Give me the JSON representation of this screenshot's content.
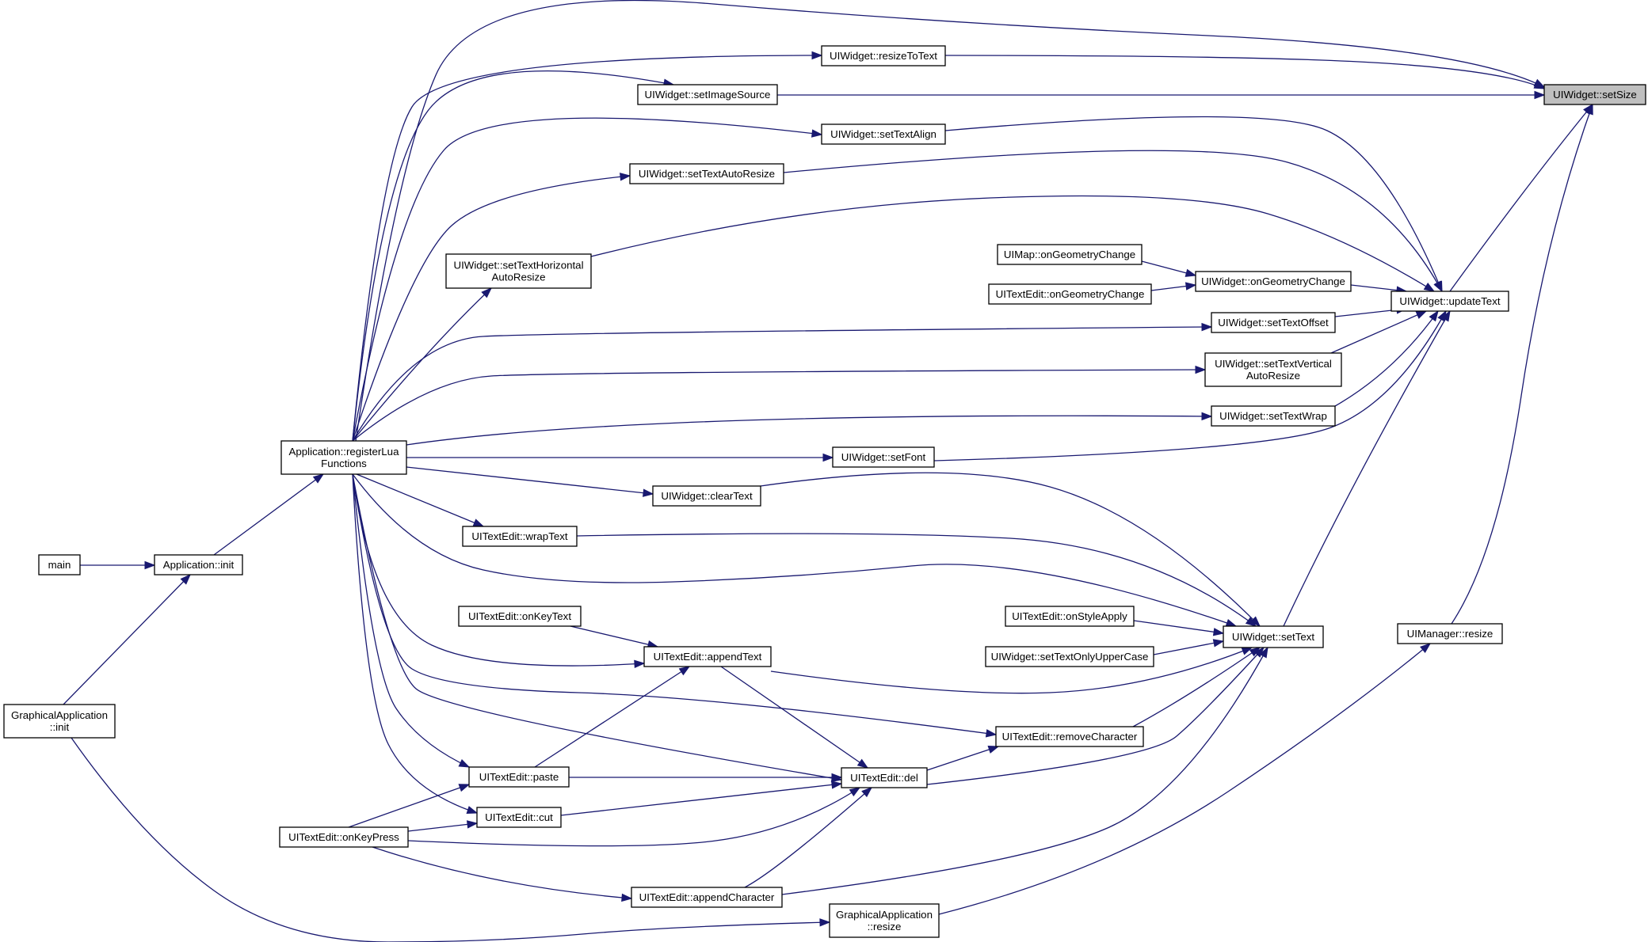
{
  "graph": {
    "title": "",
    "nodes": [
      {
        "id": "setSize",
        "lines": [
          "UIWidget::setSize"
        ],
        "highlighted": true
      },
      {
        "id": "resizeToText",
        "lines": [
          "UIWidget::resizeToText"
        ]
      },
      {
        "id": "setImageSource",
        "lines": [
          "UIWidget::setImageSource"
        ]
      },
      {
        "id": "setTextAlign",
        "lines": [
          "UIWidget::setTextAlign"
        ]
      },
      {
        "id": "setTextAutoResize",
        "lines": [
          "UIWidget::setTextAutoResize"
        ]
      },
      {
        "id": "setTextHorizontalAutoResize",
        "lines": [
          "UIWidget::setTextHorizontal",
          "AutoResize"
        ]
      },
      {
        "id": "uiMapOnGeometryChange",
        "lines": [
          "UIMap::onGeometryChange"
        ]
      },
      {
        "id": "uiTextEditOnGeometryChange",
        "lines": [
          "UITextEdit::onGeometryChange"
        ]
      },
      {
        "id": "uiWidgetOnGeometryChange",
        "lines": [
          "UIWidget::onGeometryChange"
        ]
      },
      {
        "id": "updateText",
        "lines": [
          "UIWidget::updateText"
        ]
      },
      {
        "id": "setTextOffset",
        "lines": [
          "UIWidget::setTextOffset"
        ]
      },
      {
        "id": "setTextVerticalAutoResize",
        "lines": [
          "UIWidget::setTextVertical",
          "AutoResize"
        ]
      },
      {
        "id": "setTextWrap",
        "lines": [
          "UIWidget::setTextWrap"
        ]
      },
      {
        "id": "registerLuaFunctions",
        "lines": [
          "Application::registerLua",
          "Functions"
        ]
      },
      {
        "id": "setFont",
        "lines": [
          "UIWidget::setFont"
        ]
      },
      {
        "id": "clearText",
        "lines": [
          "UIWidget::clearText"
        ]
      },
      {
        "id": "wrapText",
        "lines": [
          "UITextEdit::wrapText"
        ]
      },
      {
        "id": "main",
        "lines": [
          "main"
        ]
      },
      {
        "id": "applicationInit",
        "lines": [
          "Application::init"
        ]
      },
      {
        "id": "onKeyText",
        "lines": [
          "UITextEdit::onKeyText"
        ]
      },
      {
        "id": "onStyleApply",
        "lines": [
          "UITextEdit::onStyleApply"
        ]
      },
      {
        "id": "setText",
        "lines": [
          "UIWidget::setText"
        ]
      },
      {
        "id": "uiManagerResize",
        "lines": [
          "UIManager::resize"
        ]
      },
      {
        "id": "appendText",
        "lines": [
          "UITextEdit::appendText"
        ]
      },
      {
        "id": "setTextOnlyUpperCase",
        "lines": [
          "UIWidget::setTextOnlyUpperCase"
        ]
      },
      {
        "id": "graphicalApplicationInit",
        "lines": [
          "GraphicalApplication",
          "::init"
        ]
      },
      {
        "id": "removeCharacter",
        "lines": [
          "UITextEdit::removeCharacter"
        ]
      },
      {
        "id": "paste",
        "lines": [
          "UITextEdit::paste"
        ]
      },
      {
        "id": "del",
        "lines": [
          "UITextEdit::del"
        ]
      },
      {
        "id": "cut",
        "lines": [
          "UITextEdit::cut"
        ]
      },
      {
        "id": "onKeyPress",
        "lines": [
          "UITextEdit::onKeyPress"
        ]
      },
      {
        "id": "appendCharacter",
        "lines": [
          "UITextEdit::appendCharacter"
        ]
      },
      {
        "id": "graphicalApplicationResize",
        "lines": [
          "GraphicalApplication",
          "::resize"
        ]
      }
    ],
    "edges": [
      {
        "from": "registerLuaFunctions",
        "to": "setSize"
      },
      {
        "from": "resizeToText",
        "to": "setSize"
      },
      {
        "from": "setImageSource",
        "to": "setSize"
      },
      {
        "from": "updateText",
        "to": "setSize"
      },
      {
        "from": "uiManagerResize",
        "to": "setSize"
      },
      {
        "from": "registerLuaFunctions",
        "to": "resizeToText"
      },
      {
        "from": "registerLuaFunctions",
        "to": "setImageSource"
      },
      {
        "from": "registerLuaFunctions",
        "to": "setTextAlign"
      },
      {
        "from": "registerLuaFunctions",
        "to": "setTextAutoResize"
      },
      {
        "from": "registerLuaFunctions",
        "to": "setTextHorizontalAutoResize"
      },
      {
        "from": "registerLuaFunctions",
        "to": "setTextOffset"
      },
      {
        "from": "registerLuaFunctions",
        "to": "setTextVerticalAutoResize"
      },
      {
        "from": "registerLuaFunctions",
        "to": "setTextWrap"
      },
      {
        "from": "registerLuaFunctions",
        "to": "setFont"
      },
      {
        "from": "registerLuaFunctions",
        "to": "clearText"
      },
      {
        "from": "registerLuaFunctions",
        "to": "wrapText"
      },
      {
        "from": "registerLuaFunctions",
        "to": "setText"
      },
      {
        "from": "registerLuaFunctions",
        "to": "appendText"
      },
      {
        "from": "registerLuaFunctions",
        "to": "removeCharacter"
      },
      {
        "from": "registerLuaFunctions",
        "to": "del"
      },
      {
        "from": "registerLuaFunctions",
        "to": "paste"
      },
      {
        "from": "registerLuaFunctions",
        "to": "cut"
      },
      {
        "from": "setTextAlign",
        "to": "updateText"
      },
      {
        "from": "setTextAutoResize",
        "to": "updateText"
      },
      {
        "from": "setTextHorizontalAutoResize",
        "to": "updateText"
      },
      {
        "from": "uiWidgetOnGeometryChange",
        "to": "updateText"
      },
      {
        "from": "setTextOffset",
        "to": "updateText"
      },
      {
        "from": "setTextVerticalAutoResize",
        "to": "updateText"
      },
      {
        "from": "setTextWrap",
        "to": "updateText"
      },
      {
        "from": "setFont",
        "to": "updateText"
      },
      {
        "from": "setText",
        "to": "updateText"
      },
      {
        "from": "uiMapOnGeometryChange",
        "to": "uiWidgetOnGeometryChange"
      },
      {
        "from": "uiTextEditOnGeometryChange",
        "to": "uiWidgetOnGeometryChange"
      },
      {
        "from": "main",
        "to": "applicationInit"
      },
      {
        "from": "applicationInit",
        "to": "registerLuaFunctions"
      },
      {
        "from": "graphicalApplicationInit",
        "to": "applicationInit"
      },
      {
        "from": "clearText",
        "to": "setText"
      },
      {
        "from": "wrapText",
        "to": "setText"
      },
      {
        "from": "onStyleApply",
        "to": "setText"
      },
      {
        "from": "setTextOnlyUpperCase",
        "to": "setText"
      },
      {
        "from": "appendText",
        "to": "setText"
      },
      {
        "from": "removeCharacter",
        "to": "setText"
      },
      {
        "from": "del",
        "to": "setText"
      },
      {
        "from": "appendCharacter",
        "to": "setText"
      },
      {
        "from": "onKeyText",
        "to": "appendText"
      },
      {
        "from": "paste",
        "to": "appendText"
      },
      {
        "from": "appendText",
        "to": "del"
      },
      {
        "from": "del",
        "to": "removeCharacter"
      },
      {
        "from": "paste",
        "to": "del"
      },
      {
        "from": "cut",
        "to": "del"
      },
      {
        "from": "onKeyPress",
        "to": "del"
      },
      {
        "from": "appendCharacter",
        "to": "del"
      },
      {
        "from": "onKeyPress",
        "to": "paste"
      },
      {
        "from": "onKeyPress",
        "to": "cut"
      },
      {
        "from": "onKeyPress",
        "to": "appendCharacter"
      },
      {
        "from": "graphicalApplicationInit",
        "to": "graphicalApplicationResize"
      },
      {
        "from": "graphicalApplicationResize",
        "to": "uiManagerResize"
      }
    ]
  }
}
